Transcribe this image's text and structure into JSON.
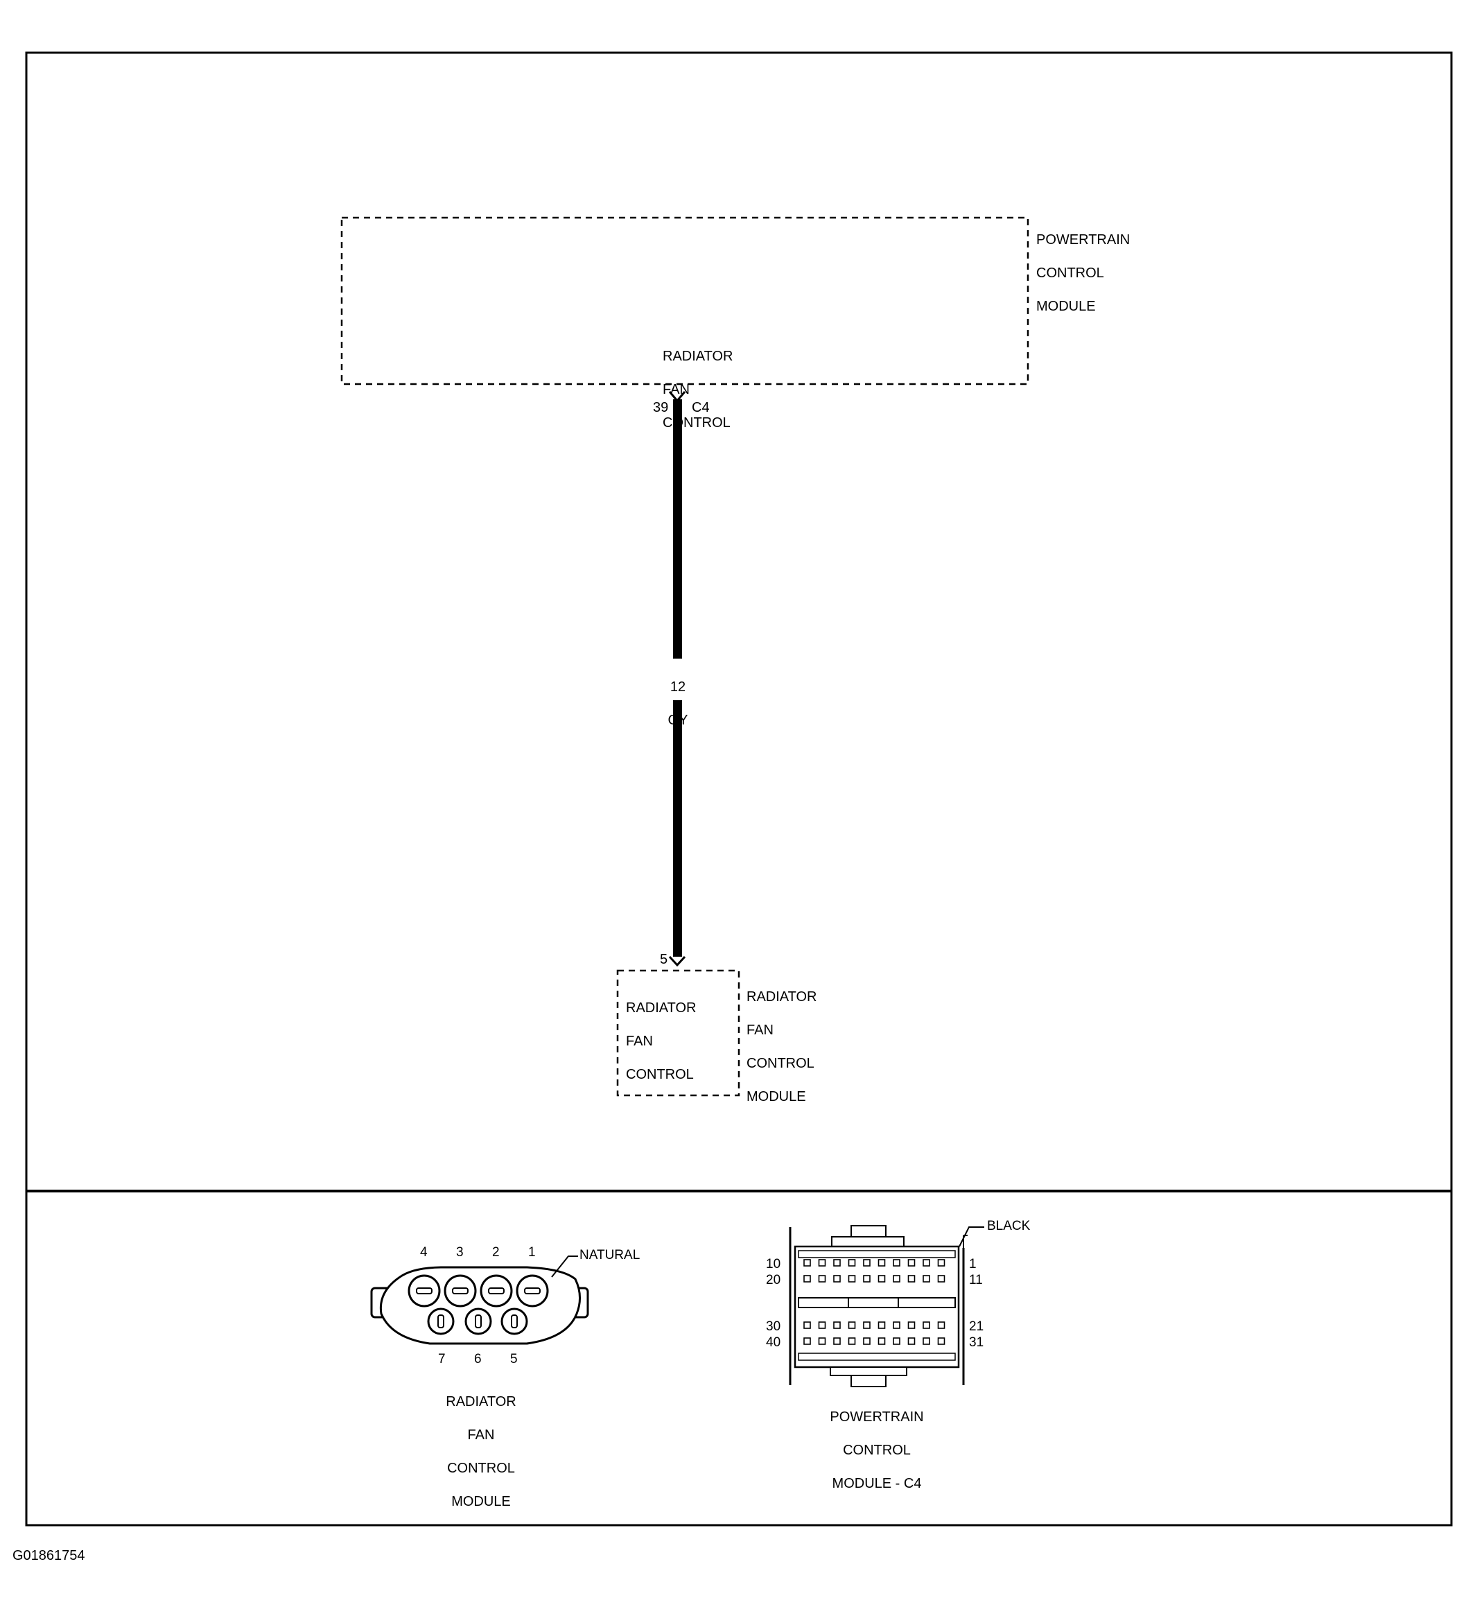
{
  "pcm": {
    "name_lines": [
      "POWERTRAIN",
      "CONTROL",
      "MODULE"
    ],
    "function_lines": [
      "RADIATOR",
      "FAN",
      "CONTROL"
    ],
    "pin": "39",
    "connector": "C4"
  },
  "wire": {
    "gauge": "12",
    "color": "GY"
  },
  "rfcm": {
    "pin": "5",
    "function_lines": [
      "RADIATOR",
      "FAN",
      "CONTROL"
    ],
    "name_lines": [
      "RADIATOR",
      "FAN",
      "CONTROL",
      "MODULE"
    ]
  },
  "connector_views": {
    "rfcm": {
      "color_label": "NATURAL",
      "top_pins": [
        "4",
        "3",
        "2",
        "1"
      ],
      "bottom_pins": [
        "7",
        "6",
        "5"
      ],
      "caption_lines": [
        "RADIATOR",
        "FAN",
        "CONTROL",
        "MODULE"
      ]
    },
    "pcm_c4": {
      "color_label": "BLACK",
      "row_labels_left": [
        "10",
        "20",
        "30",
        "40"
      ],
      "row_labels_right": [
        "1",
        "11",
        "21",
        "31"
      ],
      "caption_lines": [
        "POWERTRAIN",
        "CONTROL",
        "MODULE - C4"
      ]
    }
  },
  "figure_id": "G01861754"
}
